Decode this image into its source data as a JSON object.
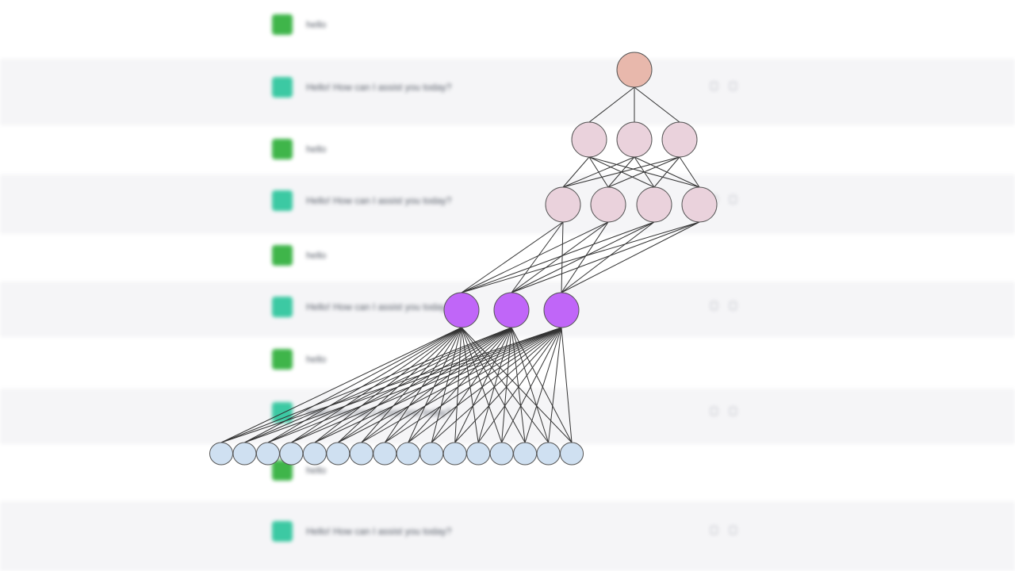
{
  "chat": {
    "messages": [
      {
        "role": "user",
        "text": "hello",
        "actions": false
      },
      {
        "role": "assistant",
        "text": "Hello! How can I assist you today?",
        "actions": true
      },
      {
        "role": "user",
        "text": "hello",
        "actions": false
      },
      {
        "role": "assistant",
        "text": "Hello! How can I assist you today?",
        "actions": true
      },
      {
        "role": "user",
        "text": "hello",
        "actions": false
      },
      {
        "role": "assistant",
        "text": "Hello! How can I assist you today?",
        "actions": true
      },
      {
        "role": "user",
        "text": "hello",
        "actions": false
      },
      {
        "role": "assistant",
        "text": "Hello! How can I assist you today?",
        "actions": true
      },
      {
        "role": "user",
        "text": "hello",
        "actions": false
      },
      {
        "role": "assistant",
        "text": "Hello! How can I assist you today?",
        "actions": true
      }
    ],
    "colors": {
      "user_avatar": "#3fb54a",
      "assistant_avatar": "#3cc9a3",
      "assistant_row": "#f5f5f7"
    }
  },
  "diagram": {
    "type": "neural-network",
    "layers": [
      {
        "name": "output",
        "nodes": 1,
        "fill": "#e8b8ac"
      },
      {
        "name": "hidden-3",
        "nodes": 3,
        "fill": "#ead2dc"
      },
      {
        "name": "hidden-2",
        "nodes": 4,
        "fill": "#ead2dc"
      },
      {
        "name": "hidden-1",
        "nodes": 3,
        "fill": "#c066f8"
      },
      {
        "name": "input",
        "nodes": 16,
        "fill": "#cfe0f1"
      }
    ],
    "edge_color": "#333333",
    "node_stroke": "#555555"
  }
}
